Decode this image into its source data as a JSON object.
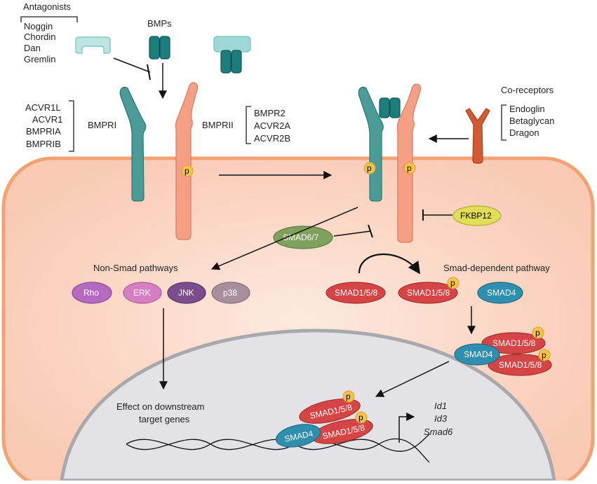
{
  "antagonists": {
    "title": "Antagonists",
    "items": [
      "Noggin",
      "Chordin",
      "Dan",
      "Gremlin"
    ]
  },
  "bmps": {
    "title": "BMPs"
  },
  "type1_receptors": {
    "items": [
      "ACVR1L",
      "ACVR1",
      "BMPRIA",
      "BMPRIB"
    ],
    "label": "BMPRI"
  },
  "type2_receptors": {
    "label": "BMPRII",
    "items": [
      "BMPR2",
      "ACVR2A",
      "ACVR2B"
    ]
  },
  "coreceptors": {
    "title": "Co-receptors",
    "items": [
      "Endoglin",
      "Betaglycan",
      "Dragon"
    ]
  },
  "phospho_label": "p",
  "inhibitors": {
    "fkbp12": "FKBP12",
    "smad67": "SMAD6/7"
  },
  "non_smad": {
    "title": "Non-Smad pathways",
    "rho": "Rho",
    "erk": "ERK",
    "jnk": "JNK",
    "p38": "p38"
  },
  "smad_dependent": {
    "title": "Smad-dependent pathway",
    "smad158": "SMAD1/5/8",
    "smad4": "SMAD4"
  },
  "nucleus": {
    "effect_line1": "Effect on downstream",
    "effect_line2": "target genes",
    "genes": [
      "Id1",
      "Id3",
      "Smad6"
    ]
  },
  "colors": {
    "cell_fill": "#fbd3c0",
    "cell_border": "#f2a273",
    "nucleus_fill": "#e3e3e5",
    "nucleus_border": "#a9a9ad",
    "teal_receptor": "#4b9c98",
    "salmon_receptor": "#f59f85",
    "bmp_dark": "#1d7d7d",
    "bmp_light": "#8ed2d0",
    "coreceptor": "#d35a33",
    "smad158": "#d64545",
    "smad4": "#2e8fae",
    "smad67": "#7ea15d",
    "fkbp12": "#e0dd56",
    "phospho": "#f7c24a",
    "rho": "#b56ac2",
    "erk": "#d57ec1",
    "jnk": "#7b4d8e",
    "p38": "#a88f9b"
  }
}
